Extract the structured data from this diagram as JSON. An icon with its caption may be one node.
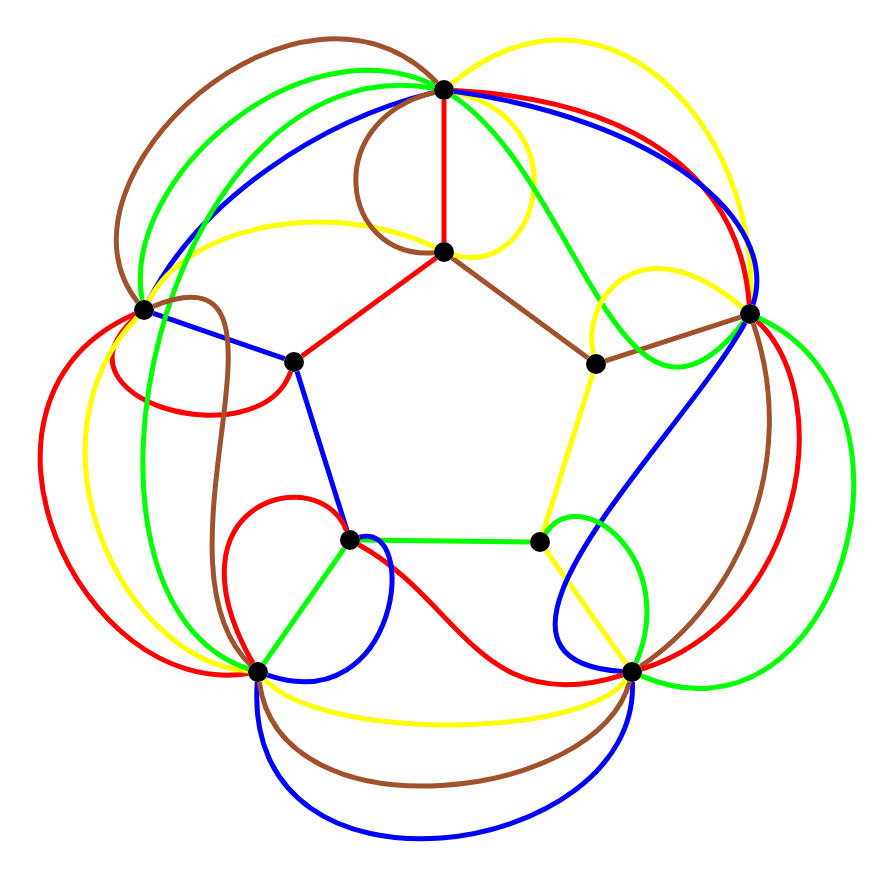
{
  "diagram": {
    "nodes": [
      {
        "text": [],
        "shape": "circle"
      },
      {
        "text": [],
        "shape": "circle"
      },
      {
        "text": [],
        "shape": "circle"
      },
      {
        "text": [],
        "shape": "circle"
      },
      {
        "text": [],
        "shape": "circle"
      },
      {
        "text": [],
        "shape": "circle"
      },
      {
        "text": [],
        "shape": "circle"
      },
      {
        "text": [],
        "shape": "circle"
      },
      {
        "text": [],
        "shape": "circle"
      },
      {
        "text": [],
        "shape": "circle"
      }
    ],
    "edges": [
      {
        "from": 0,
        "to": 2,
        "arrow": "none",
        "color": "#ff0000"
      },
      {
        "from": 2,
        "to": 4,
        "arrow": "none",
        "color": "#a0522d"
      },
      {
        "from": 2,
        "to": 3,
        "arrow": "none",
        "color": "#ff0000"
      },
      {
        "from": 4,
        "to": 7,
        "arrow": "none",
        "color": "#ffff00"
      },
      {
        "from": 7,
        "to": 6,
        "arrow": "none",
        "color": "#00ff00"
      },
      {
        "from": 6,
        "to": 3,
        "arrow": "none",
        "color": "#0000ff"
      },
      {
        "from": 1,
        "to": 3,
        "arrow": "none",
        "color": "#0000ff"
      },
      {
        "from": 5,
        "to": 4,
        "arrow": "none",
        "color": "#a0522d"
      },
      {
        "from": 9,
        "to": 7,
        "arrow": "none",
        "color": "#ffff00"
      },
      {
        "from": 8,
        "to": 6,
        "arrow": "none",
        "color": "#00ff00"
      },
      {
        "from": 0,
        "to": 1,
        "arrow": "none",
        "color": "#a0522d"
      },
      {
        "from": 0,
        "to": 1,
        "arrow": "none",
        "color": "#00ff00"
      },
      {
        "from": 0,
        "to": 1,
        "arrow": "none",
        "color": "#0000ff"
      },
      {
        "from": 1,
        "to": 2,
        "arrow": "none",
        "color": "#ffff00"
      },
      {
        "from": 0,
        "to": 2,
        "arrow": "none",
        "color": "#a0522d"
      },
      {
        "from": 0,
        "to": 2,
        "arrow": "none",
        "color": "#ffff00"
      },
      {
        "from": 0,
        "to": 5,
        "arrow": "none",
        "color": "#ffff00"
      },
      {
        "from": 0,
        "to": 5,
        "arrow": "none",
        "color": "#ff0000"
      },
      {
        "from": 0,
        "to": 5,
        "arrow": "none",
        "color": "#0000ff"
      },
      {
        "from": 0,
        "to": 5,
        "arrow": "none",
        "color": "#00ff00"
      },
      {
        "from": 5,
        "to": 4,
        "arrow": "none",
        "color": "#ffff00"
      },
      {
        "from": 5,
        "to": 9,
        "arrow": "none",
        "color": "#a0522d"
      },
      {
        "from": 5,
        "to": 9,
        "arrow": "none",
        "color": "#ff0000"
      },
      {
        "from": 5,
        "to": 9,
        "arrow": "none",
        "color": "#00ff00"
      },
      {
        "from": 5,
        "to": 9,
        "arrow": "none",
        "color": "#0000ff"
      },
      {
        "from": 9,
        "to": 7,
        "arrow": "none",
        "color": "#00ff00"
      },
      {
        "from": 1,
        "to": 3,
        "arrow": "none",
        "color": "#ff0000"
      },
      {
        "from": 1,
        "to": 8,
        "arrow": "none",
        "color": "#ff0000"
      },
      {
        "from": 1,
        "to": 8,
        "arrow": "none",
        "color": "#ffff00"
      },
      {
        "from": 0,
        "to": 8,
        "arrow": "none",
        "color": "#00ff00"
      },
      {
        "from": 1,
        "to": 8,
        "arrow": "none",
        "color": "#a0522d"
      },
      {
        "from": 8,
        "to": 9,
        "arrow": "none",
        "color": "#0000ff"
      },
      {
        "from": 8,
        "to": 9,
        "arrow": "none",
        "color": "#a0522d"
      },
      {
        "from": 8,
        "to": 9,
        "arrow": "none",
        "color": "#ffff00"
      },
      {
        "from": 8,
        "to": 6,
        "arrow": "none",
        "color": "#ff0000"
      },
      {
        "from": 6,
        "to": 9,
        "arrow": "none",
        "color": "#ff0000"
      },
      {
        "from": 8,
        "to": 6,
        "arrow": "none",
        "color": "#0000ff"
      }
    ]
  }
}
